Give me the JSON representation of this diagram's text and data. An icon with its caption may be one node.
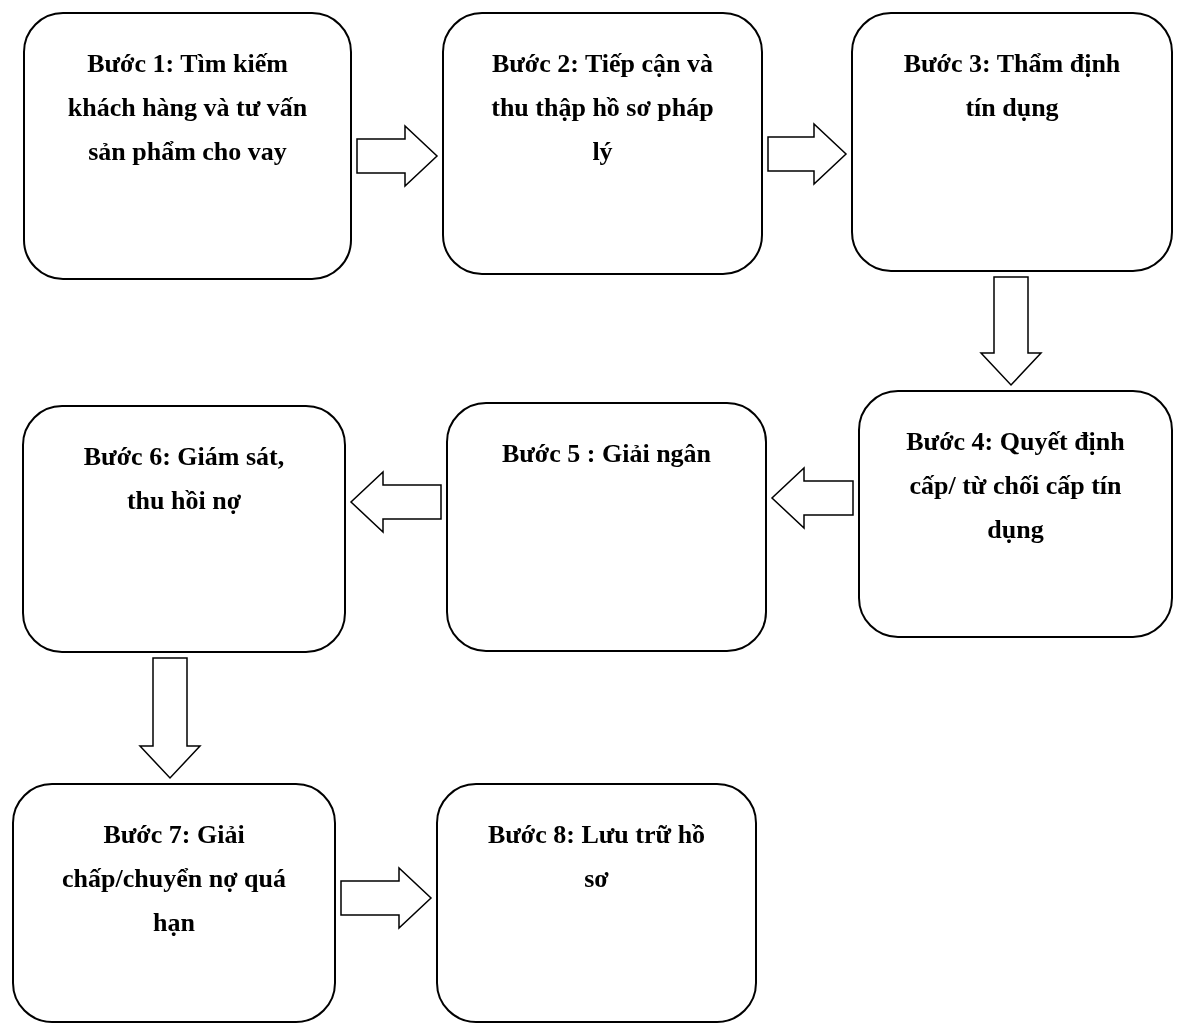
{
  "diagram": {
    "nodes": [
      {
        "text": [
          "Bước 1: Tìm kiếm khách hàng và tư vấn sản phẩm cho vay"
        ]
      },
      {
        "text": [
          "Bước 2: Tiếp cận và thu thập hồ sơ pháp lý"
        ]
      },
      {
        "text": [
          "Bước 3: Thẩm định tín dụng"
        ]
      },
      {
        "text": [
          "Bước 4: Quyết định cấp/ từ chối cấp tín dụng"
        ]
      },
      {
        "text": [
          "Bước 5 : Giải ngân"
        ]
      },
      {
        "text": [
          "Bước 6: Giám sát, thu hồi nợ"
        ]
      },
      {
        "text": [
          "Bước 7: Giải chấp/chuyển nợ quá hạn"
        ]
      },
      {
        "text": [
          "Bước 8: Lưu trữ hồ sơ"
        ]
      }
    ],
    "edges": [
      {
        "from": 0,
        "to": 1,
        "arrow": "to"
      },
      {
        "from": 1,
        "to": 2,
        "arrow": "to"
      },
      {
        "from": 2,
        "to": 3,
        "arrow": "to"
      },
      {
        "from": 3,
        "to": 4,
        "arrow": "to"
      },
      {
        "from": 4,
        "to": 5,
        "arrow": "to"
      },
      {
        "from": 5,
        "to": 6,
        "arrow": "to"
      },
      {
        "from": 6,
        "to": 7,
        "arrow": "to"
      }
    ]
  }
}
